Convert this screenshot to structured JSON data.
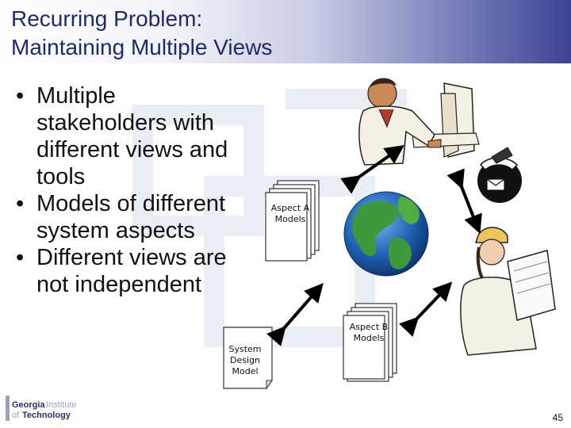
{
  "slide": {
    "title_line1": "Recurring Problem:",
    "title_line2": "Maintaining Multiple Views",
    "bullets": [
      "Multiple stakeholders with different views and tools",
      "Models of different system aspects",
      "Different views are not independent"
    ],
    "doc_aspect_a": "Aspect A Models",
    "doc_aspect_b": "Aspect B Models",
    "doc_system": "System Design Model",
    "page_number": "45",
    "logo_text": "Georgia Institute of Technology"
  },
  "colors": {
    "title": "#1f2a6b",
    "band_dark": "#3d4394",
    "earth_ocean": "#1e5fb0",
    "earth_land": "#3c9a3c"
  },
  "icons": [
    "businessman-at-computer-icon",
    "engineer-with-blueprints-icon",
    "telephone-icon",
    "globe-icon",
    "double-arrow-icon"
  ]
}
